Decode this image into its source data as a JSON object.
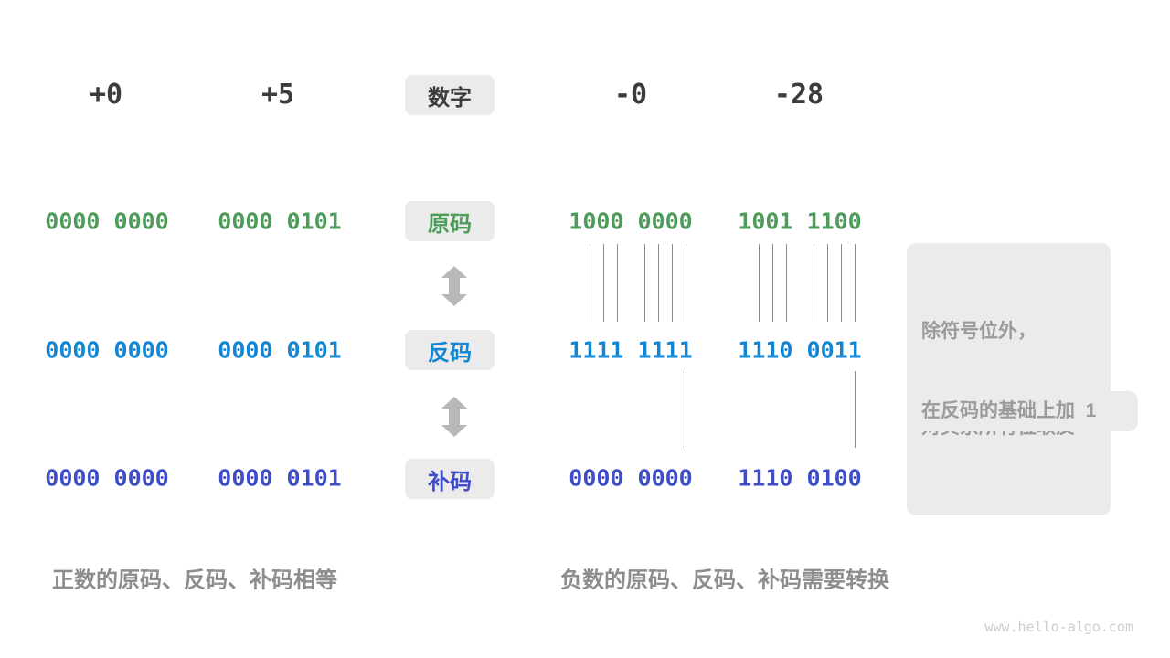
{
  "palette": {
    "number": "#3C3C3C",
    "green": "#4F9B5B",
    "blue": "#1286D2",
    "indigo": "#3E4CC8",
    "boxbg": "#EBEBEB",
    "notetext": "#9B9B9B",
    "caption": "#8D8D8D",
    "line": "#8C8C8C",
    "arrow": "#B8B8B8",
    "watermark": "#CDCDCD"
  },
  "header": {
    "label": "数字",
    "values": [
      "+0",
      "+5",
      "-0",
      "-28"
    ]
  },
  "rows": [
    {
      "key": "sign-magnitude",
      "label": "原码",
      "values": [
        "0000 0000",
        "0000 0101",
        "1000 0000",
        "1001 1100"
      ]
    },
    {
      "key": "ones-complement",
      "label": "反码",
      "values": [
        "0000 0000",
        "0000 0101",
        "1111 1111",
        "1110 0011"
      ]
    },
    {
      "key": "twos-complement",
      "label": "补码",
      "values": [
        "0000 0000",
        "0000 0101",
        "0000 0000",
        "1110 0100"
      ]
    }
  ],
  "annotations": {
    "invert_line1": "除符号位外，",
    "invert_line2": "对其余所有位取反",
    "add_one": "在反码的基础上加  1"
  },
  "captions": {
    "positive": "正数的原码、反码、补码相等",
    "negative": "负数的原码、反码、补码需要转换"
  },
  "watermark": "www.hello-algo.com"
}
